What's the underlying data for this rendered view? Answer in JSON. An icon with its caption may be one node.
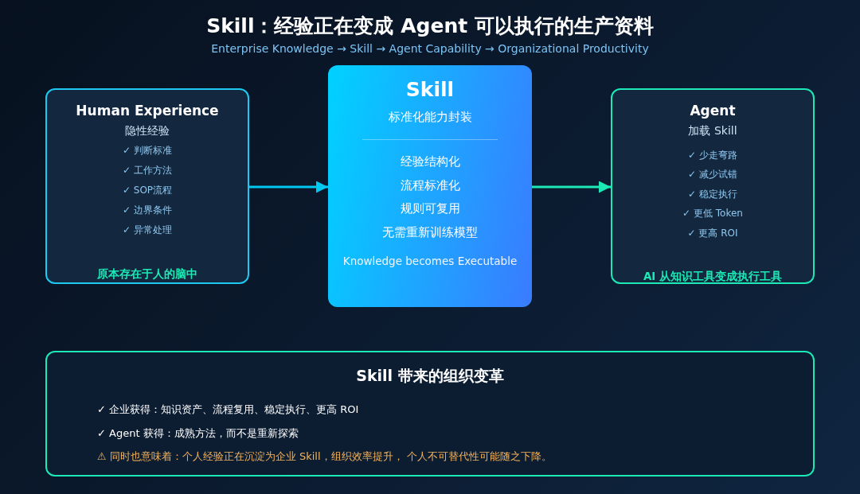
{
  "diagram": {
    "title": "Skill：经验正在变成 Agent 可以执行的生产资料",
    "caption": "Enterprise Knowledge → Skill → Agent Capability → Organizational Productivity",
    "nodes": [
      {
        "text": [
          "Human Experience",
          "隐性经验",
          "✓ 判断标准",
          "✓ 工作方法",
          "✓ SOP流程",
          "✓ 边界条件",
          "✓ 异常处理",
          "原本存在于人的脑中"
        ]
      },
      {
        "text": [
          "Skill",
          "标准化能力封装",
          "经验结构化",
          "流程标准化",
          "规则可复用",
          "无需重新训练模型",
          "Knowledge becomes Executable"
        ]
      },
      {
        "text": [
          "Agent",
          "加载 Skill",
          "✓ 少走弯路",
          "✓ 减少试错",
          "✓ 稳定执行",
          "✓ 更低 Token",
          "✓ 更高 ROI",
          "AI 从知识工具变成执行工具"
        ]
      },
      {
        "text": [
          "Skill 带来的组织变革",
          "✓ 企业获得：知识资产、流程复用、稳定执行、更高 ROI",
          "✓ Agent 获得：成熟方法，而不是重新探索",
          "⚠ 同时也意味着：个人经验正在沉淀为企业 Skill，组织效率提升， 个人不可替代性可能随之下降。"
        ]
      }
    ],
    "edges": [
      {
        "from": 0,
        "to": 1,
        "arrow": "to",
        "color": "#00c8f0"
      },
      {
        "from": 1,
        "to": 2,
        "arrow": "to",
        "color": "#1de9b6"
      }
    ]
  }
}
